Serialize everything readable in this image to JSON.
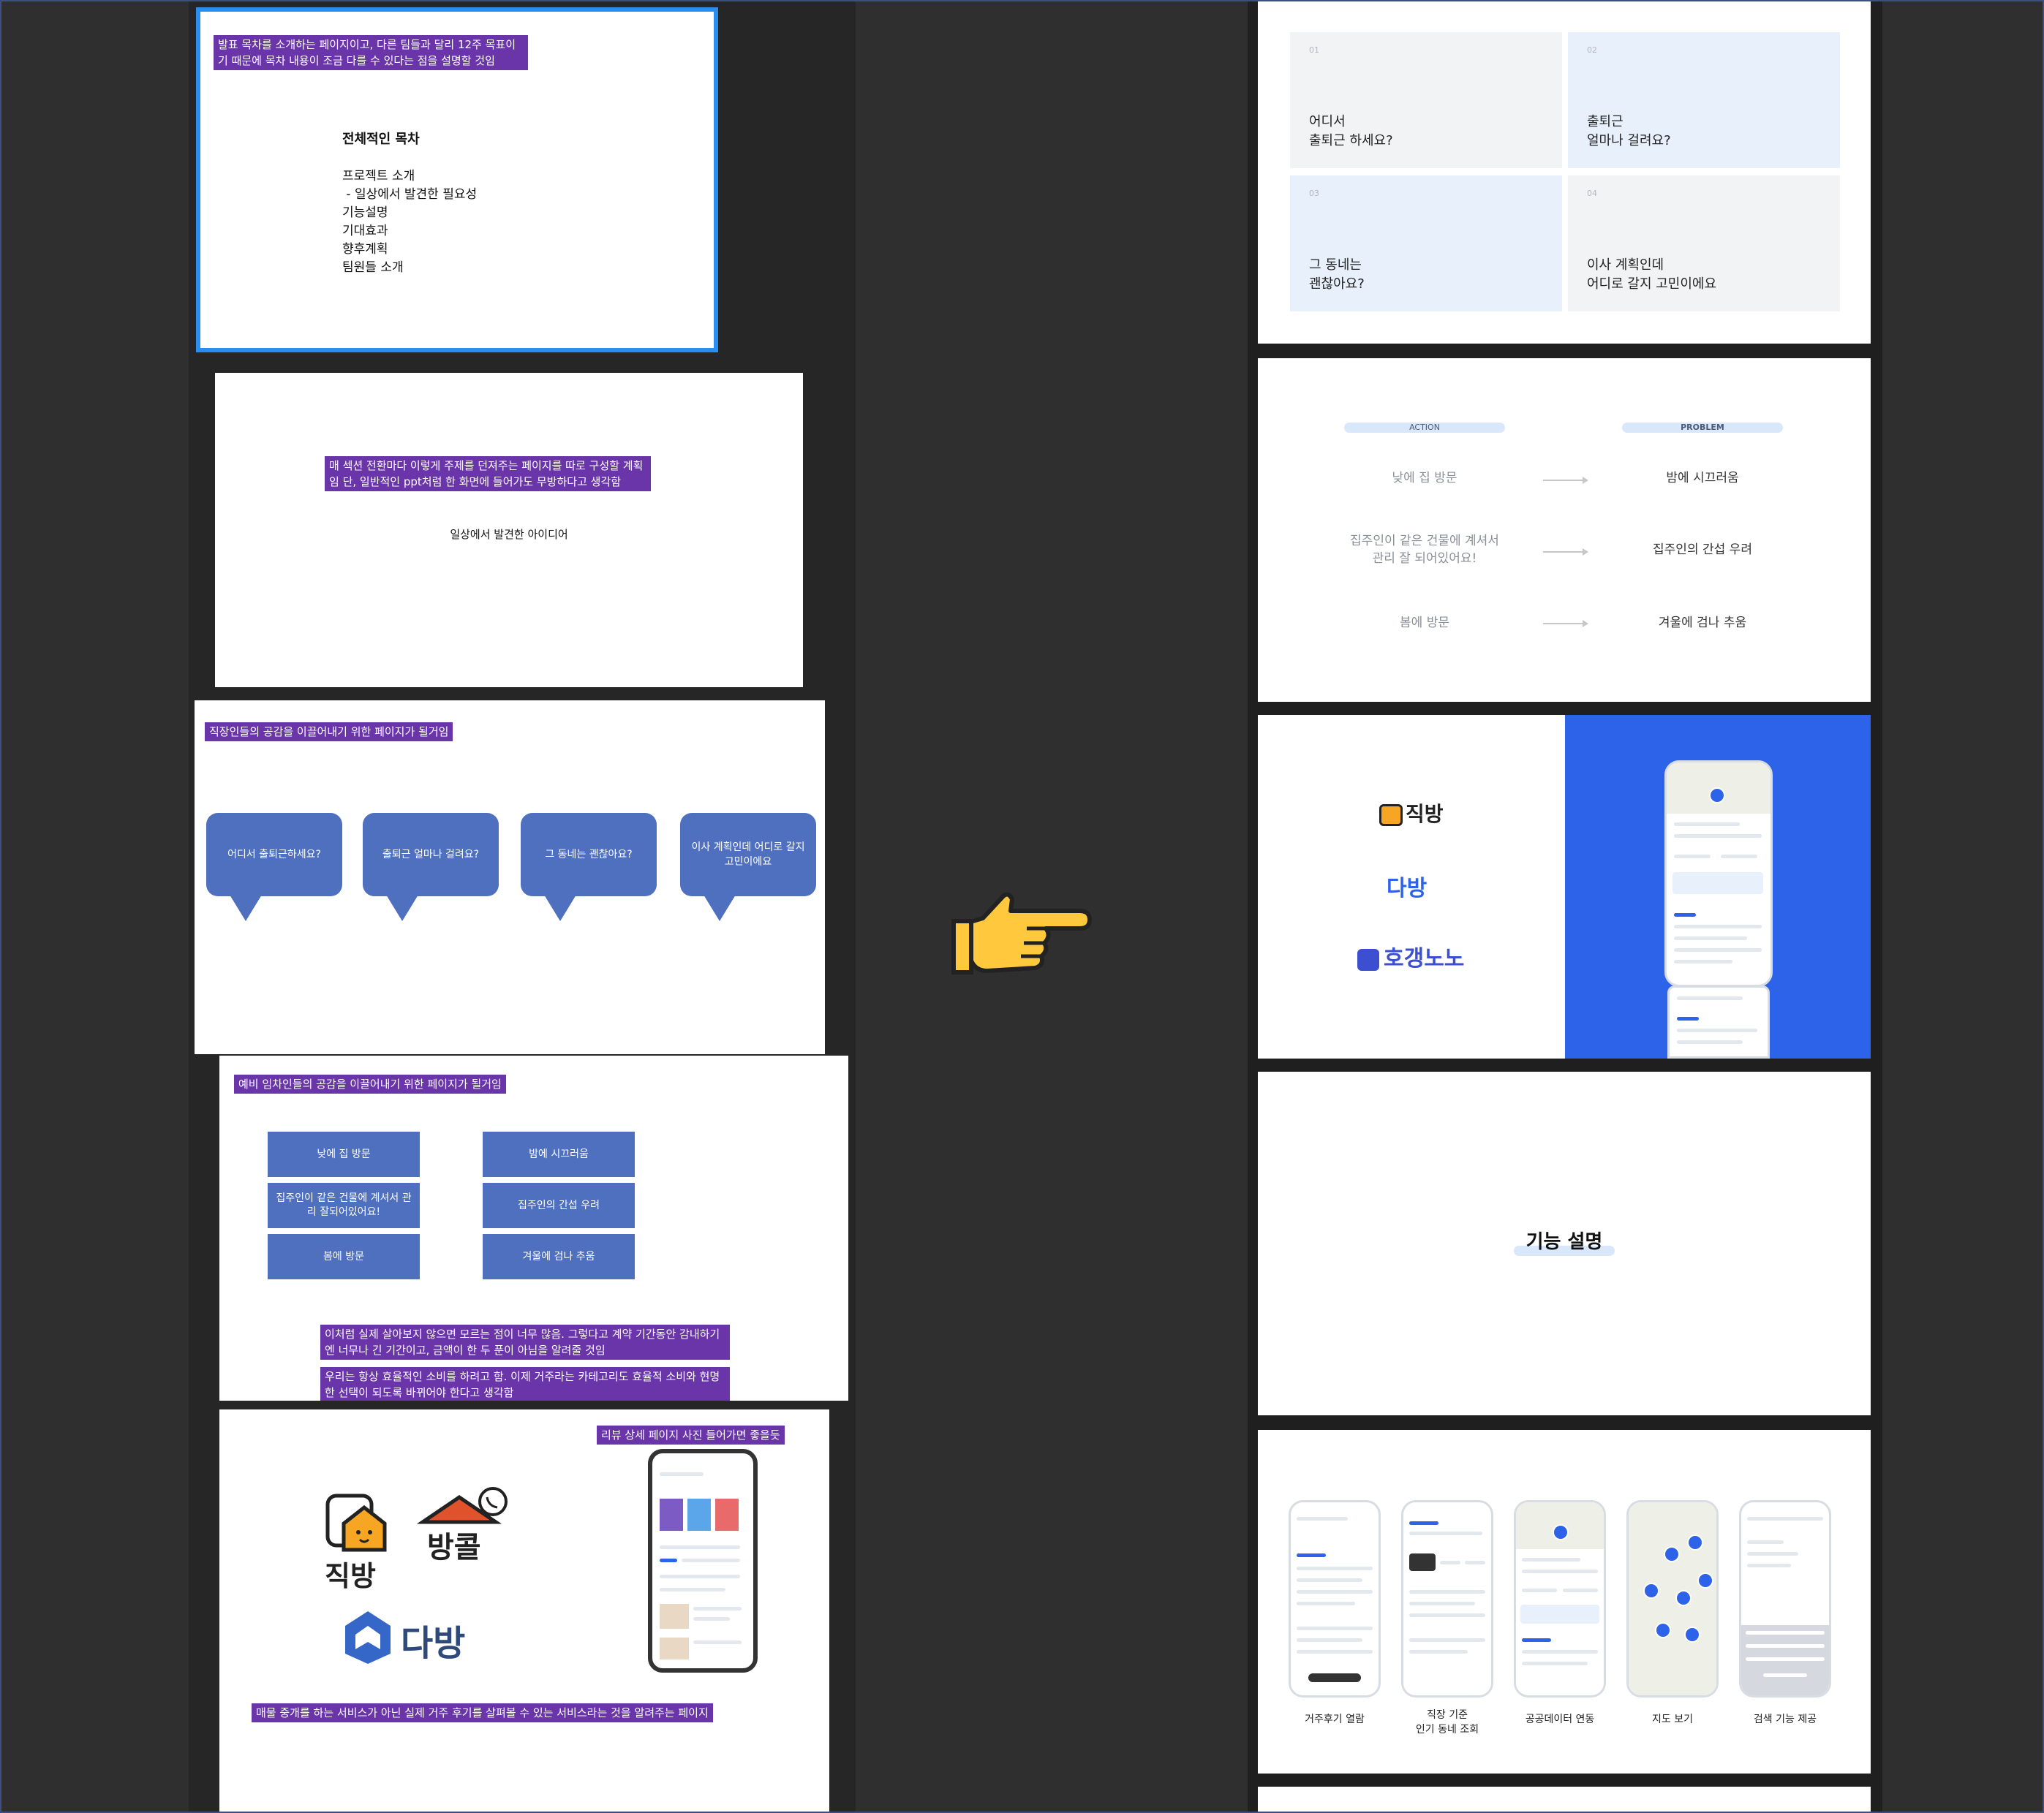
{
  "colors": {
    "note": "#6a35a8",
    "selection": "#2a8ef0",
    "bubble": "#4f70bf",
    "brand_blue": "#2d63e8",
    "light_blue": "#e8f0fc",
    "light_gray": "#f2f3f5"
  },
  "slide1": {
    "note": "발표 목차를 소개하는 페이지이고, 다른 팀들과 달리 12주 목표이기 때문에 목차 내용이 조금 다를 수 있다는 점을 설명할 것임",
    "title": "전체적인 목차",
    "items": [
      "프로젝트 소개",
      " - 일상에서 발견한 필요성",
      "기능설명",
      "기대효과",
      "향후계획",
      "팀원들 소개"
    ]
  },
  "slide2": {
    "note": "매 섹션 전환마다 이렇게 주제를 던져주는 페이지를 따로 구성할 계획임 단, 일반적인 ppt처럼 한 화면에 들어가도 무방하다고 생각함",
    "heading": "일상에서 발견한 아이디어"
  },
  "slide3": {
    "note": "직장인들의 공감을 이끌어내기 위한 페이지가 될거임",
    "bubbles": [
      "어디서 출퇴근하세요?",
      "출퇴근 얼마나 걸려요?",
      "그 동네는 괜찮아요?",
      "이사 계획인데 어디로 갈지 고민이에요"
    ]
  },
  "slide4": {
    "note": "예비 임차인들의 공감을 이끌어내기 위한 페이지가 될거임",
    "left": [
      "낮에 집 방문",
      "집주인이 같은 건물에 계셔서 관리 잘되어있어요!",
      "봄에 방문"
    ],
    "right": [
      "밤에 시끄러움",
      "집주인의 간섭 우려",
      "겨울에 검나 추움"
    ],
    "note2": "이처럼 실제 살아보지 않으면 모르는 점이 너무 많음. 그렇다고 계약 기간동안 감내하기엔 너무나 긴 기간이고, 금액이 한 두 푼이 아님을 알려줄 것임",
    "note3": "우리는 항상 효율적인 소비를 하려고 함. 이제 거주라는 카테고리도 효율적 소비와 현명한 선택이 되도록 바뀌어야 한다고 생각함"
  },
  "slide5": {
    "note_top": "리뷰 상세 페이지 사진 들어가면 좋을듯",
    "brands": [
      "직방",
      "방콜",
      "다방"
    ],
    "note_bottom": "매물 중개를 하는 서비스가 아닌 실제 거주 후기를 살펴볼 수 있는 서비스라는 것을 알려주는 페이지"
  },
  "r1": {
    "cards": [
      {
        "num": "01",
        "q": "어디서\n출퇴근 하세요?"
      },
      {
        "num": "02",
        "q": "출퇴근\n얼마나 걸려요?"
      },
      {
        "num": "03",
        "q": "그 동네는\n괜찮아요?"
      },
      {
        "num": "04",
        "q": "이사 계획인데\n어디로 갈지 고민이에요"
      }
    ]
  },
  "r2": {
    "action_label": "ACTION",
    "problem_label": "PROBLEM",
    "actions": [
      "낮에 집 방문",
      "집주인이 같은 건물에 계셔서\n관리 잘 되어있어요!",
      "봄에 방문"
    ],
    "problems": [
      "밤에 시끄러움",
      "집주인의 간섭 우려",
      "겨울에 검나 추움"
    ]
  },
  "r3": {
    "brands": [
      "직방",
      "다방",
      "호갱노노"
    ]
  },
  "r4": {
    "title": "기능 설명"
  },
  "r5": {
    "captions": [
      "거주후기 열람",
      "직장 기준\n인기 동네 조회",
      "공공데이터 연동",
      "지도 보기",
      "검색 기능 제공"
    ]
  },
  "pointer": {
    "icon": "pointing-hand-icon"
  }
}
